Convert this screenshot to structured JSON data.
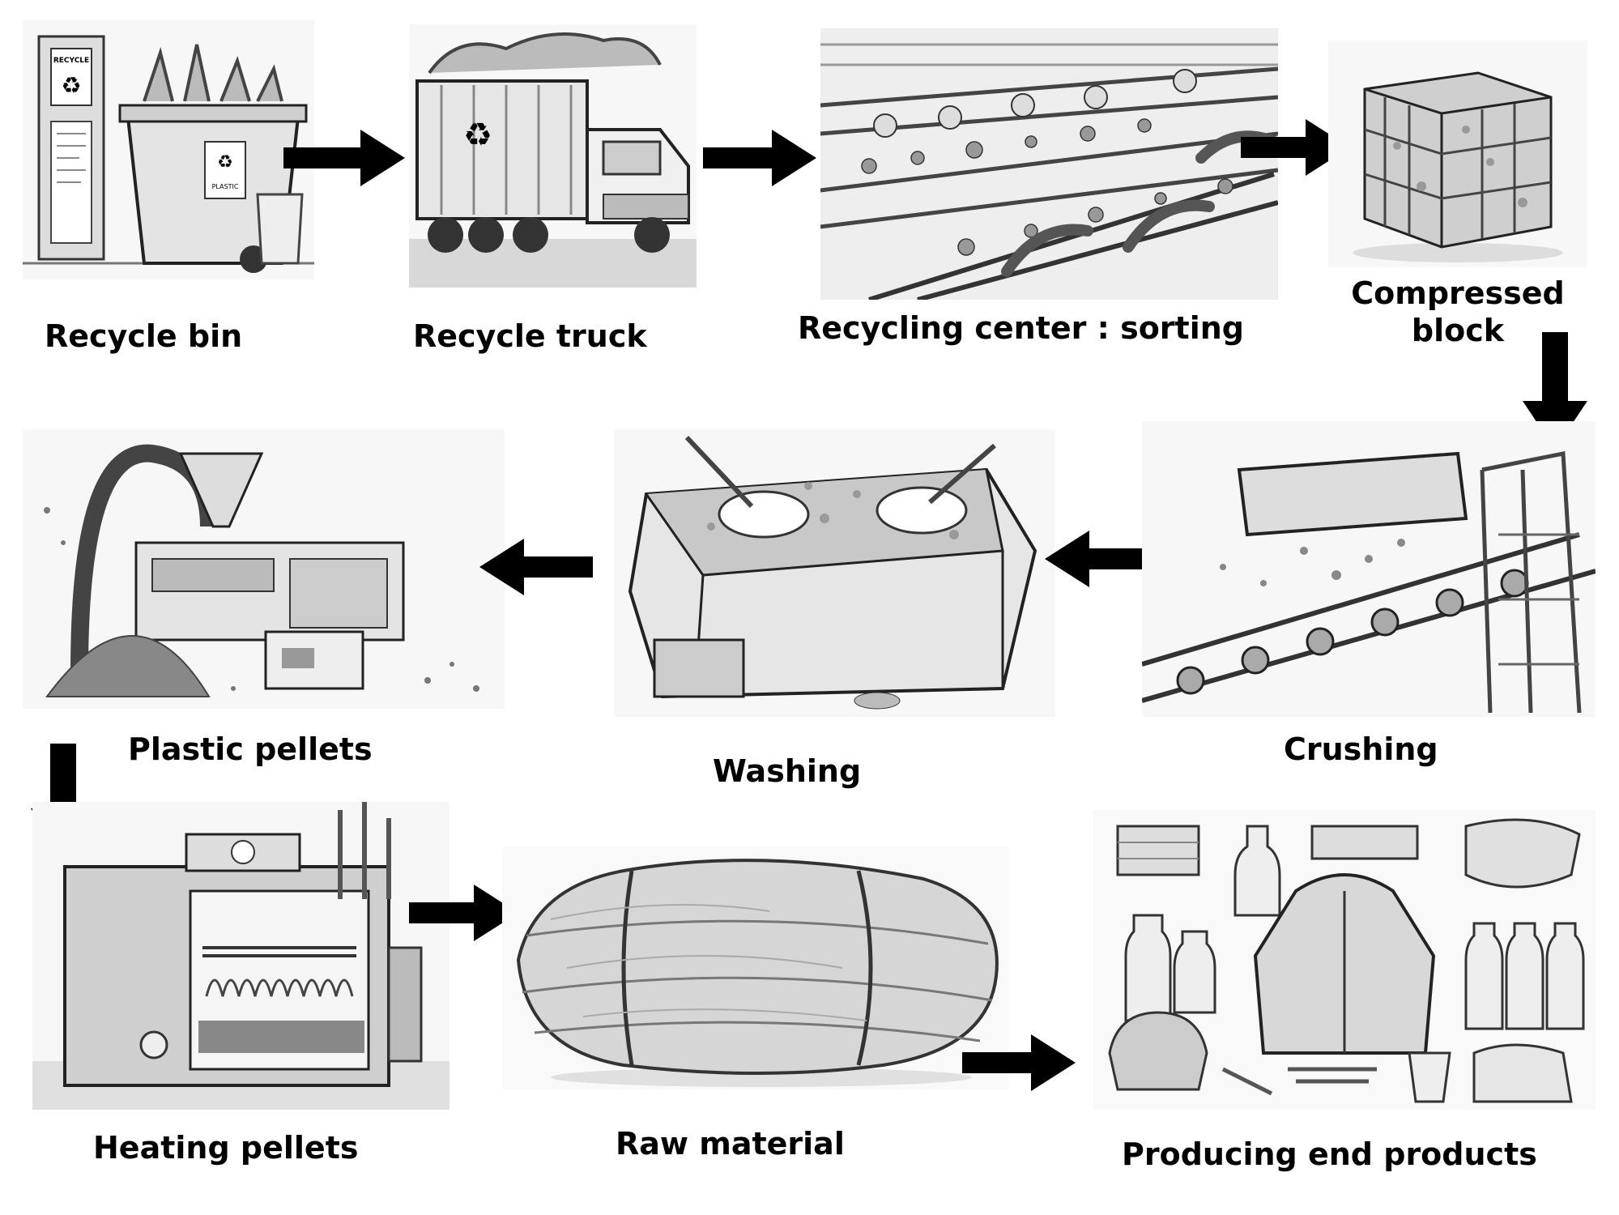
{
  "steps": [
    {
      "label": "Recycle bin"
    },
    {
      "label": "Recycle truck"
    },
    {
      "label": "Recycling center : sorting"
    },
    {
      "label": "Compressed block"
    },
    {
      "label": "Crushing"
    },
    {
      "label": "Washing"
    },
    {
      "label": "Plastic pellets"
    },
    {
      "label": "Heating pellets"
    },
    {
      "label": "Raw material"
    },
    {
      "label": "Producing end products"
    }
  ],
  "icons": {
    "recycle_bin": "recycle-bin-illustration",
    "recycle_truck": "garbage-truck-illustration",
    "sorting": "sorting-conveyor-illustration",
    "compressed_block": "bale-cube-illustration",
    "crushing": "crusher-conveyor-illustration",
    "washing": "washing-tank-illustration",
    "plastic_pellets": "pellet-extruder-illustration",
    "heating": "heating-oven-illustration",
    "raw_material": "fiber-bale-illustration",
    "end_products": "products-collage-illustration",
    "arrow": "arrow-icon"
  },
  "recycle_bin_sign": "RECYCLE",
  "recycle_bin_tag": "PLASTIC",
  "colors": {
    "ink": "#000000",
    "sketch": "#555555",
    "paper": "#f4f4f4"
  }
}
